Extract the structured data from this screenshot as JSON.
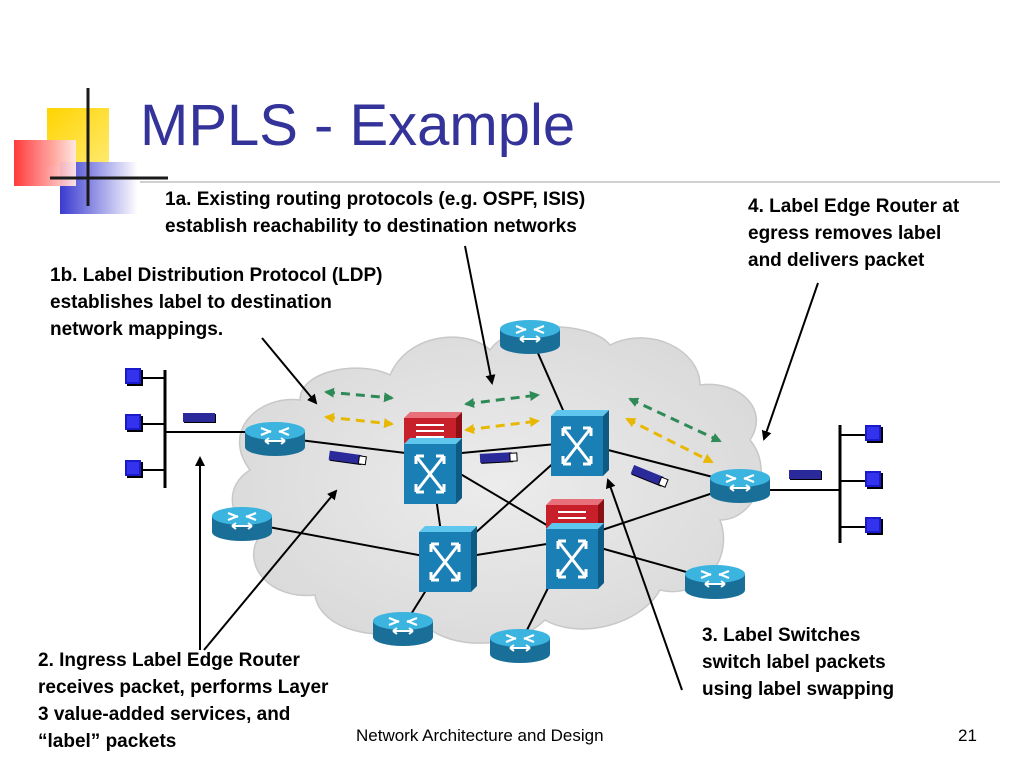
{
  "slide": {
    "title": "MPLS - Example",
    "callouts": {
      "c1a": [
        "1a.  Existing routing protocols (e.g. OSPF, ISIS)",
        "establish reachability to destination networks"
      ],
      "c1b": [
        "1b. Label Distribution Protocol (LDP)",
        "establishes label to destination",
        "network mappings."
      ],
      "c4": [
        "4. Label Edge Router at",
        "egress removes label",
        "and delivers packet"
      ],
      "c3": [
        "3. Label Switches",
        "switch label packets",
        "using label swapping"
      ],
      "c2": [
        "2. Ingress Label Edge Router",
        "receives packet, performs Layer",
        "3 value-added services, and",
        "“label”  packets"
      ]
    },
    "footer": {
      "course": "Network Architecture and Design",
      "page_number": "21"
    },
    "colors": {
      "title": "#333399",
      "cloud": "#e0e0e0",
      "router_blue": "#1e8fc0",
      "switch_red": "#c8202a",
      "ldp_arrow_green": "#2e8b57",
      "ldp_arrow_yellow": "#e8b800",
      "host_blue": "#1a1acc"
    }
  }
}
